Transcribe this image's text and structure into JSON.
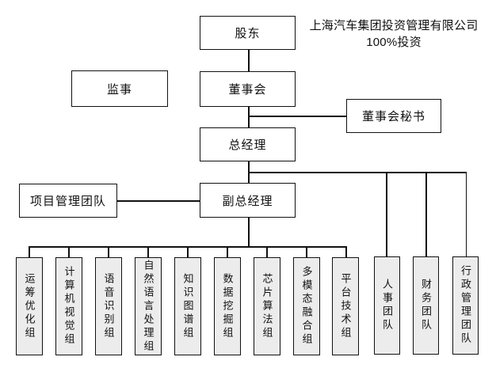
{
  "header": {
    "line1": "上海汽车集团投资管理有限公司",
    "line2": "100%投资"
  },
  "nodes": {
    "shareholders": "股东",
    "supervisor": "监事",
    "board": "董事会",
    "board_secretary": "董事会秘书",
    "general_manager": "总经理",
    "project_management_team": "项目管理团队",
    "deputy_general_manager": "副总经理"
  },
  "groups": [
    "运筹优化组",
    "计算机视觉组",
    "语音识别组",
    "自然语言处理组",
    "知识图谱组",
    "数据挖掘组",
    "芯片算法组",
    "多模态融合组",
    "平台技术组"
  ],
  "teams": [
    "人事团队",
    "财务团队",
    "行政管理团队"
  ],
  "colors": {
    "background": "#ffffff",
    "box_fill": "#ffffff",
    "group_fill": "#ececec",
    "line": "#111111",
    "text": "#111111"
  }
}
